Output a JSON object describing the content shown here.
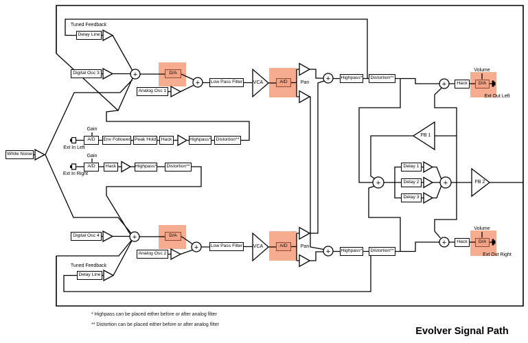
{
  "diagram": {
    "title": "Evolver Signal Path",
    "footnote_highpass": "* Highpass can be placed either before or after analog filter",
    "footnote_distortion": "** Distortion can be placed either before or after analog filter",
    "labels": {
      "plus": "+",
      "tuned_feedback": "Tuned Feedback",
      "gain": "Gain",
      "volume": "Volume",
      "pan": "Pan",
      "vca": "VCA",
      "fb1": "FB 1",
      "fb2": "FB 2",
      "ext_in_left": "Ext In Left",
      "ext_in_right": "Ext In Right",
      "ext_out_left": "Ext Out Left",
      "ext_out_right": "Ext Out Right"
    },
    "boxes": {
      "white_noise": "White Noise",
      "digital_osc_3": "Digital Osc 3",
      "digital_osc_4": "Digital Osc 4",
      "analog_osc_1": "Analog Osc 1",
      "analog_osc_2": "Analog Osc 2",
      "delay_line": "Delay Line",
      "low_pass_filter": "Low Pass Filter",
      "da": "D/A",
      "ad": "A/D",
      "env_follower": "Env Follower",
      "peak_hold": "Peak Hold",
      "hack": "Hack",
      "highpass": "Highpass*",
      "distortion": "Distortion**",
      "delay_1": "Delay 1",
      "delay_2": "Delay 2",
      "delay_3": "Delay 3"
    },
    "colors": {
      "background": "#ffffff",
      "wire": "#000000",
      "highlight_fill": "#f6ac8e",
      "highlight_box_fill": "#f2a284",
      "highlight_box_stroke": "#8c4a33"
    }
  }
}
